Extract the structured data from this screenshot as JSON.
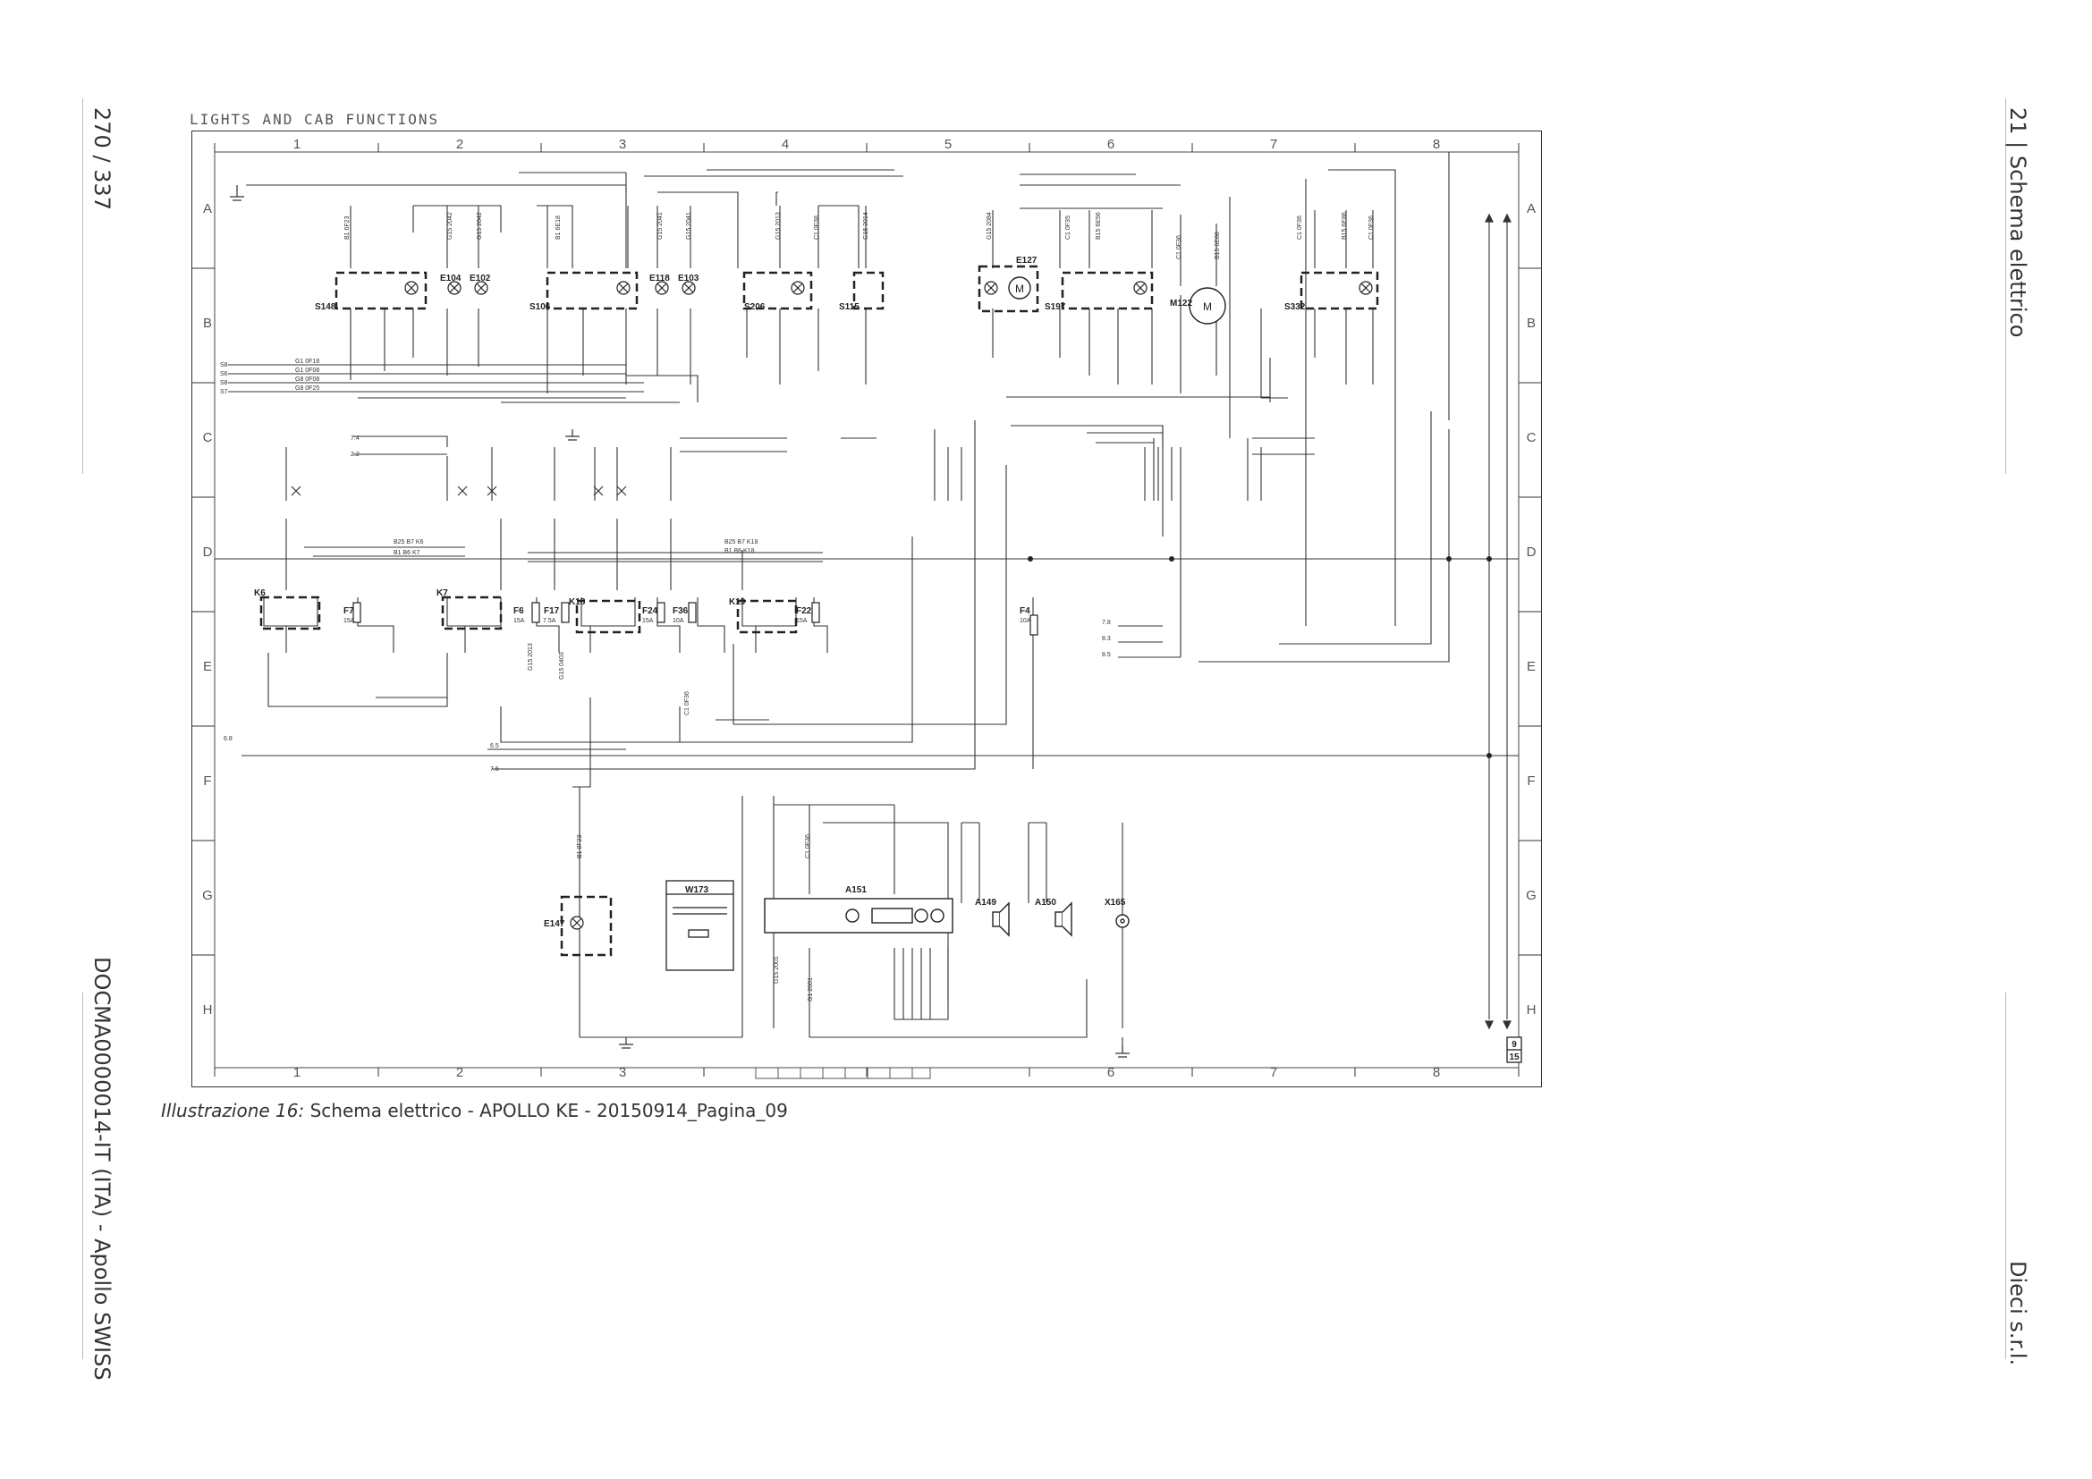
{
  "page_counter": "270 / 337",
  "document_code": "DOCMA0000014-IT (ITA) - Apollo SWISS",
  "section_header": "21 | Schema elettrico",
  "company": "Dieci s.r.l.",
  "sheet_title": "LIGHTS AND CAB FUNCTIONS",
  "grid_columns": [
    "1",
    "2",
    "3",
    "4",
    "5",
    "6",
    "7",
    "8"
  ],
  "grid_rows": [
    "A",
    "B",
    "C",
    "D",
    "E",
    "F",
    "G",
    "H"
  ],
  "sheet_number": "9",
  "sheet_total": "15",
  "caption_prefix": "Illustrazione 16:",
  "caption_text": " Schema elettrico - APOLLO KE - 20150914_Pagina_09",
  "components": [
    {
      "id": "S148",
      "label": "S148"
    },
    {
      "id": "E104",
      "label": "E104"
    },
    {
      "id": "E102",
      "label": "E102"
    },
    {
      "id": "S106",
      "label": "S106"
    },
    {
      "id": "E118",
      "label": "E118"
    },
    {
      "id": "E103",
      "label": "E103"
    },
    {
      "id": "S206",
      "label": "S206"
    },
    {
      "id": "S115",
      "label": "S115"
    },
    {
      "id": "E127",
      "label": "E127"
    },
    {
      "id": "S197",
      "label": "S197"
    },
    {
      "id": "M122",
      "label": "M122"
    },
    {
      "id": "S332",
      "label": "S332"
    },
    {
      "id": "K6",
      "label": "K6"
    },
    {
      "id": "F7",
      "label": "F7"
    },
    {
      "id": "K7",
      "label": "K7"
    },
    {
      "id": "F6a",
      "label": "F6"
    },
    {
      "id": "K18",
      "label": "K18"
    },
    {
      "id": "F17",
      "label": "F17"
    },
    {
      "id": "F24",
      "label": "F24"
    },
    {
      "id": "F36",
      "label": "F36"
    },
    {
      "id": "K19",
      "label": "K19"
    },
    {
      "id": "F22",
      "label": "F22"
    },
    {
      "id": "F4",
      "label": "F4"
    },
    {
      "id": "E147",
      "label": "E147"
    },
    {
      "id": "W173",
      "label": "W173"
    },
    {
      "id": "A151",
      "label": "A151"
    },
    {
      "id": "A149",
      "label": "A149"
    },
    {
      "id": "A150",
      "label": "A150"
    },
    {
      "id": "X165",
      "label": "X165"
    }
  ],
  "fuse_ratings": {
    "F7": "15A",
    "F6a": "15A",
    "F17": "7.5A",
    "F24": "15A",
    "F36": "10A",
    "F22": "15A",
    "F4": "10A"
  },
  "wire_labels": [
    "B1 6F23",
    "G15 2042",
    "G15 2042",
    "B1 6E18",
    "G15 2041",
    "G15 2041",
    "G15 2013",
    "C1 0F38",
    "G15 2014",
    "G15 2084",
    "C1 0F35",
    "B15 6E56",
    "C1 0F36",
    "B15 6E88",
    "C1 0F36",
    "B15 6E86",
    "C1 0F36",
    "B25 B7 K6",
    "B1 B6 K7",
    "B25 B7 K18",
    "B1 B6 K18",
    "G15 2013",
    "G15 0403",
    "C1 0F36",
    "B1 0F23",
    "C1 0F36",
    "G1 2001",
    "G15 2001"
  ],
  "terminal_labels": [
    "G1 0F18",
    "G1 0F08",
    "G8 0F08",
    "G8 0F25",
    "S8",
    "S6",
    "S8",
    "S7",
    "7.4",
    "2.2",
    "6.8",
    "6.5",
    "7.6",
    "7.8",
    "8.3",
    "8.5"
  ]
}
